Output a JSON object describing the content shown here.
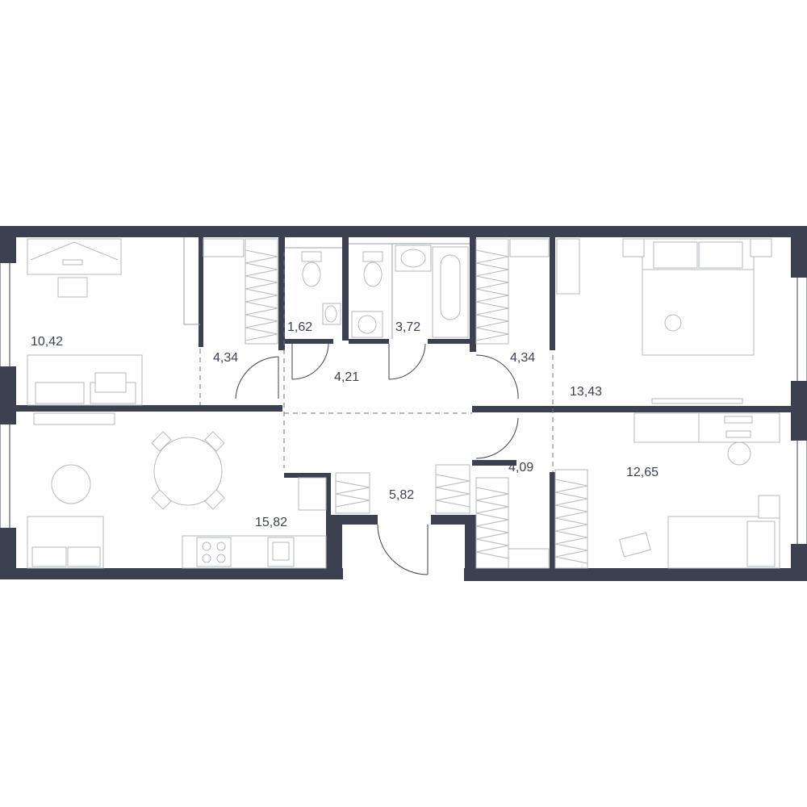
{
  "colors": {
    "wall": "#3b4150",
    "furniture": "#b3b8bf",
    "background": "#ffffff"
  },
  "rooms": [
    {
      "id": "bedroom-left",
      "area": "10,42"
    },
    {
      "id": "wardrobe-left",
      "area": "4,34"
    },
    {
      "id": "wc",
      "area": "1,62"
    },
    {
      "id": "bathroom",
      "area": "3,72"
    },
    {
      "id": "corridor",
      "area": "4,21"
    },
    {
      "id": "wardrobe-right",
      "area": "4,34"
    },
    {
      "id": "bedroom-right",
      "area": "13,43"
    },
    {
      "id": "kitchen-living",
      "area": "15,82"
    },
    {
      "id": "hallway",
      "area": "5,82"
    },
    {
      "id": "storage",
      "area": "4,09"
    },
    {
      "id": "kids-room",
      "area": "12,65"
    }
  ],
  "icons": [
    "toilet-icon",
    "sink-icon",
    "bathtub-icon",
    "washing-machine-icon",
    "bed-icon",
    "sofa-icon",
    "desk-icon",
    "dining-table-icon",
    "stove-icon",
    "cat-icon",
    "rollerskate-icon"
  ]
}
